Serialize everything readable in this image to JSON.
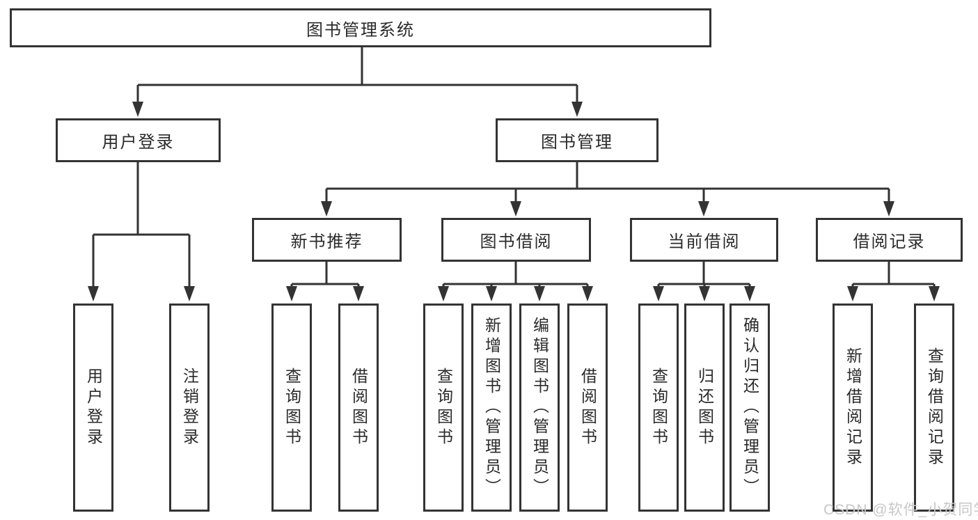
{
  "diagram": {
    "root": {
      "label": "图书管理系统"
    },
    "branches": {
      "user_login": {
        "label": "用户登录",
        "children": [
          {
            "label": "用户登录"
          },
          {
            "label": "注销登录"
          }
        ]
      },
      "book_management": {
        "label": "图书管理",
        "sections": [
          {
            "label": "新书推荐",
            "children": [
              {
                "label": "查询图书"
              },
              {
                "label": "借阅图书"
              }
            ]
          },
          {
            "label": "图书借阅",
            "children": [
              {
                "label": "查询图书"
              },
              {
                "label": "新增图书（管理员）"
              },
              {
                "label": "编辑图书（管理员）"
              },
              {
                "label": "借阅图书"
              }
            ]
          },
          {
            "label": "当前借阅",
            "children": [
              {
                "label": "查询图书"
              },
              {
                "label": "归还图书"
              },
              {
                "label": "确认归还（管理员）"
              }
            ]
          },
          {
            "label": "借阅记录",
            "children": [
              {
                "label": "新增借阅记录"
              },
              {
                "label": "查询借阅记录"
              }
            ]
          }
        ]
      }
    },
    "watermark": {
      "text": "CSDN @软件_小贺同学",
      "color": "#c8c8c8"
    },
    "style": {
      "line_color": "#333333",
      "box_border_color": "#333333",
      "text_color": "#2a2a2a",
      "background": "#ffffff"
    }
  }
}
